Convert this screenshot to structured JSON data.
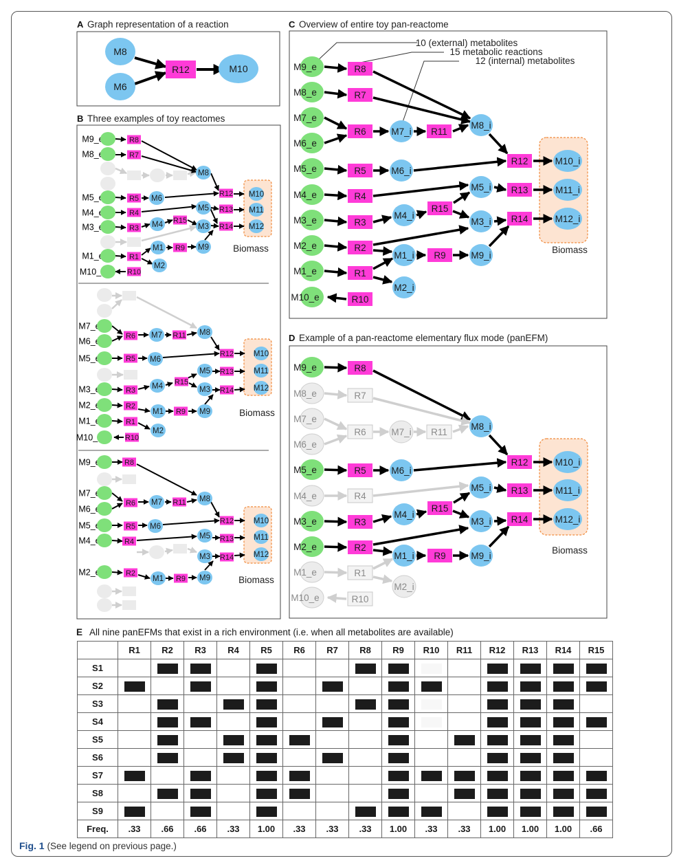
{
  "colors": {
    "external": "#7fe07a",
    "reaction": "#ff3bd8",
    "internal": "#7cc6f0",
    "inactive": "#d9d9d9",
    "biomass": "#fde4d2",
    "biomass_border": "#f08a3c",
    "legend_external": "#34b534",
    "legend_reaction": "#e01fd0",
    "legend_internal": "#4fb0ea"
  },
  "panelA": {
    "letter": "A",
    "title": "Graph representation of a reaction",
    "nodes": {
      "m8": "M8",
      "m6": "M6",
      "r12": "R12",
      "m10": "M10"
    }
  },
  "panelB": {
    "letter": "B",
    "title": "Three examples of toy reactomes",
    "biomass": "Biomass",
    "ex1": [
      "M9_e",
      "R8",
      "M8_e",
      "R7",
      "M8",
      "M5_e",
      "R5",
      "M6",
      "R12",
      "M10",
      "M4_e",
      "R4",
      "M5",
      "R13",
      "M11",
      "M3_e",
      "R3",
      "M4",
      "R15",
      "M3",
      "R14",
      "M12",
      "M1",
      "R9",
      "M9",
      "M1_e",
      "R1",
      "M2",
      "M10_e",
      "R10"
    ],
    "ex2": [
      "M7_e",
      "R6",
      "M7",
      "R11",
      "M8",
      "M6_e",
      "M5_e",
      "R5",
      "M6",
      "R12",
      "M10",
      "M5",
      "R13",
      "M11",
      "R15",
      "M3_e",
      "R3",
      "M4",
      "M3",
      "R14",
      "M12",
      "M2_e",
      "R2",
      "M1",
      "R9",
      "M9",
      "M1_e",
      "R1",
      "M2",
      "M10_e",
      "R10"
    ],
    "ex3": [
      "M9_e",
      "R8",
      "M8",
      "M7_e",
      "R6",
      "M7",
      "R11",
      "M6_e",
      "M5_e",
      "R5",
      "M6",
      "R12",
      "M10",
      "M5",
      "M4_e",
      "R4",
      "R13",
      "M11",
      "M3",
      "R14",
      "M12",
      "M2_e",
      "R2",
      "M1",
      "R9",
      "M9"
    ]
  },
  "panelC": {
    "letter": "C",
    "title": "Overview of entire toy pan-reactome",
    "biomass": "Biomass",
    "legend": {
      "external": "10 (external) metabolites",
      "reactions": "15 metabolic reactions",
      "internal": "12 (internal) metabolites"
    },
    "ext": [
      "M9_e",
      "M8_e",
      "M7_e",
      "M6_e",
      "M5_e",
      "M4_e",
      "M3_e",
      "M2_e",
      "M1_e",
      "M10_e"
    ],
    "rxn": [
      "R8",
      "R7",
      "R6",
      "R11",
      "R5",
      "R4",
      "R15",
      "R3",
      "R2",
      "R9",
      "R1",
      "R10",
      "R12",
      "R13",
      "R14"
    ],
    "int": [
      "M7_i",
      "M8_i",
      "M6_i",
      "M5_i",
      "M4_i",
      "M3_i",
      "M1_i",
      "M9_i",
      "M2_i",
      "M10_i",
      "M11_i",
      "M12_i"
    ]
  },
  "panelD": {
    "letter": "D",
    "title": "Example of a pan-reactome elementary flux mode (panEFM)",
    "biomass": "Biomass"
  },
  "panelE": {
    "letter": "E",
    "title": "All nine panEFMs that exist in a rich environment (i.e. when all metabolites are available)",
    "columns": [
      "R1",
      "R2",
      "R3",
      "R4",
      "R5",
      "R6",
      "R7",
      "R8",
      "R9",
      "R10",
      "R11",
      "R12",
      "R13",
      "R14",
      "R15"
    ],
    "rows": [
      {
        "label": "S1",
        "cells": [
          0,
          1,
          1,
          0,
          1,
          0,
          0,
          1,
          1,
          2,
          0,
          1,
          1,
          1,
          1
        ]
      },
      {
        "label": "S2",
        "cells": [
          1,
          0,
          1,
          0,
          1,
          0,
          1,
          0,
          1,
          1,
          0,
          1,
          1,
          1,
          1
        ]
      },
      {
        "label": "S3",
        "cells": [
          0,
          1,
          0,
          1,
          1,
          0,
          0,
          1,
          1,
          2,
          0,
          1,
          1,
          1,
          0
        ]
      },
      {
        "label": "S4",
        "cells": [
          0,
          1,
          1,
          0,
          1,
          0,
          1,
          0,
          1,
          2,
          0,
          1,
          1,
          1,
          1
        ]
      },
      {
        "label": "S5",
        "cells": [
          0,
          1,
          0,
          1,
          1,
          1,
          0,
          0,
          1,
          0,
          1,
          1,
          1,
          1,
          0
        ]
      },
      {
        "label": "S6",
        "cells": [
          0,
          1,
          0,
          1,
          1,
          0,
          1,
          0,
          1,
          0,
          0,
          1,
          1,
          1,
          0
        ]
      },
      {
        "label": "S7",
        "cells": [
          1,
          0,
          1,
          0,
          1,
          1,
          0,
          0,
          1,
          1,
          1,
          1,
          1,
          1,
          1
        ]
      },
      {
        "label": "S8",
        "cells": [
          0,
          1,
          1,
          0,
          1,
          1,
          0,
          0,
          1,
          0,
          1,
          1,
          1,
          1,
          1
        ]
      },
      {
        "label": "S9",
        "cells": [
          1,
          0,
          1,
          0,
          1,
          0,
          0,
          1,
          1,
          1,
          0,
          1,
          1,
          1,
          1
        ]
      }
    ],
    "freq_label": "Freq.",
    "freq": [
      ".33",
      ".66",
      ".66",
      ".33",
      "1.00",
      ".33",
      ".33",
      ".33",
      "1.00",
      ".33",
      ".33",
      "1.00",
      "1.00",
      "1.00",
      ".66"
    ]
  },
  "caption": {
    "label": "Fig. 1",
    "text": "(See legend on previous page.)"
  }
}
